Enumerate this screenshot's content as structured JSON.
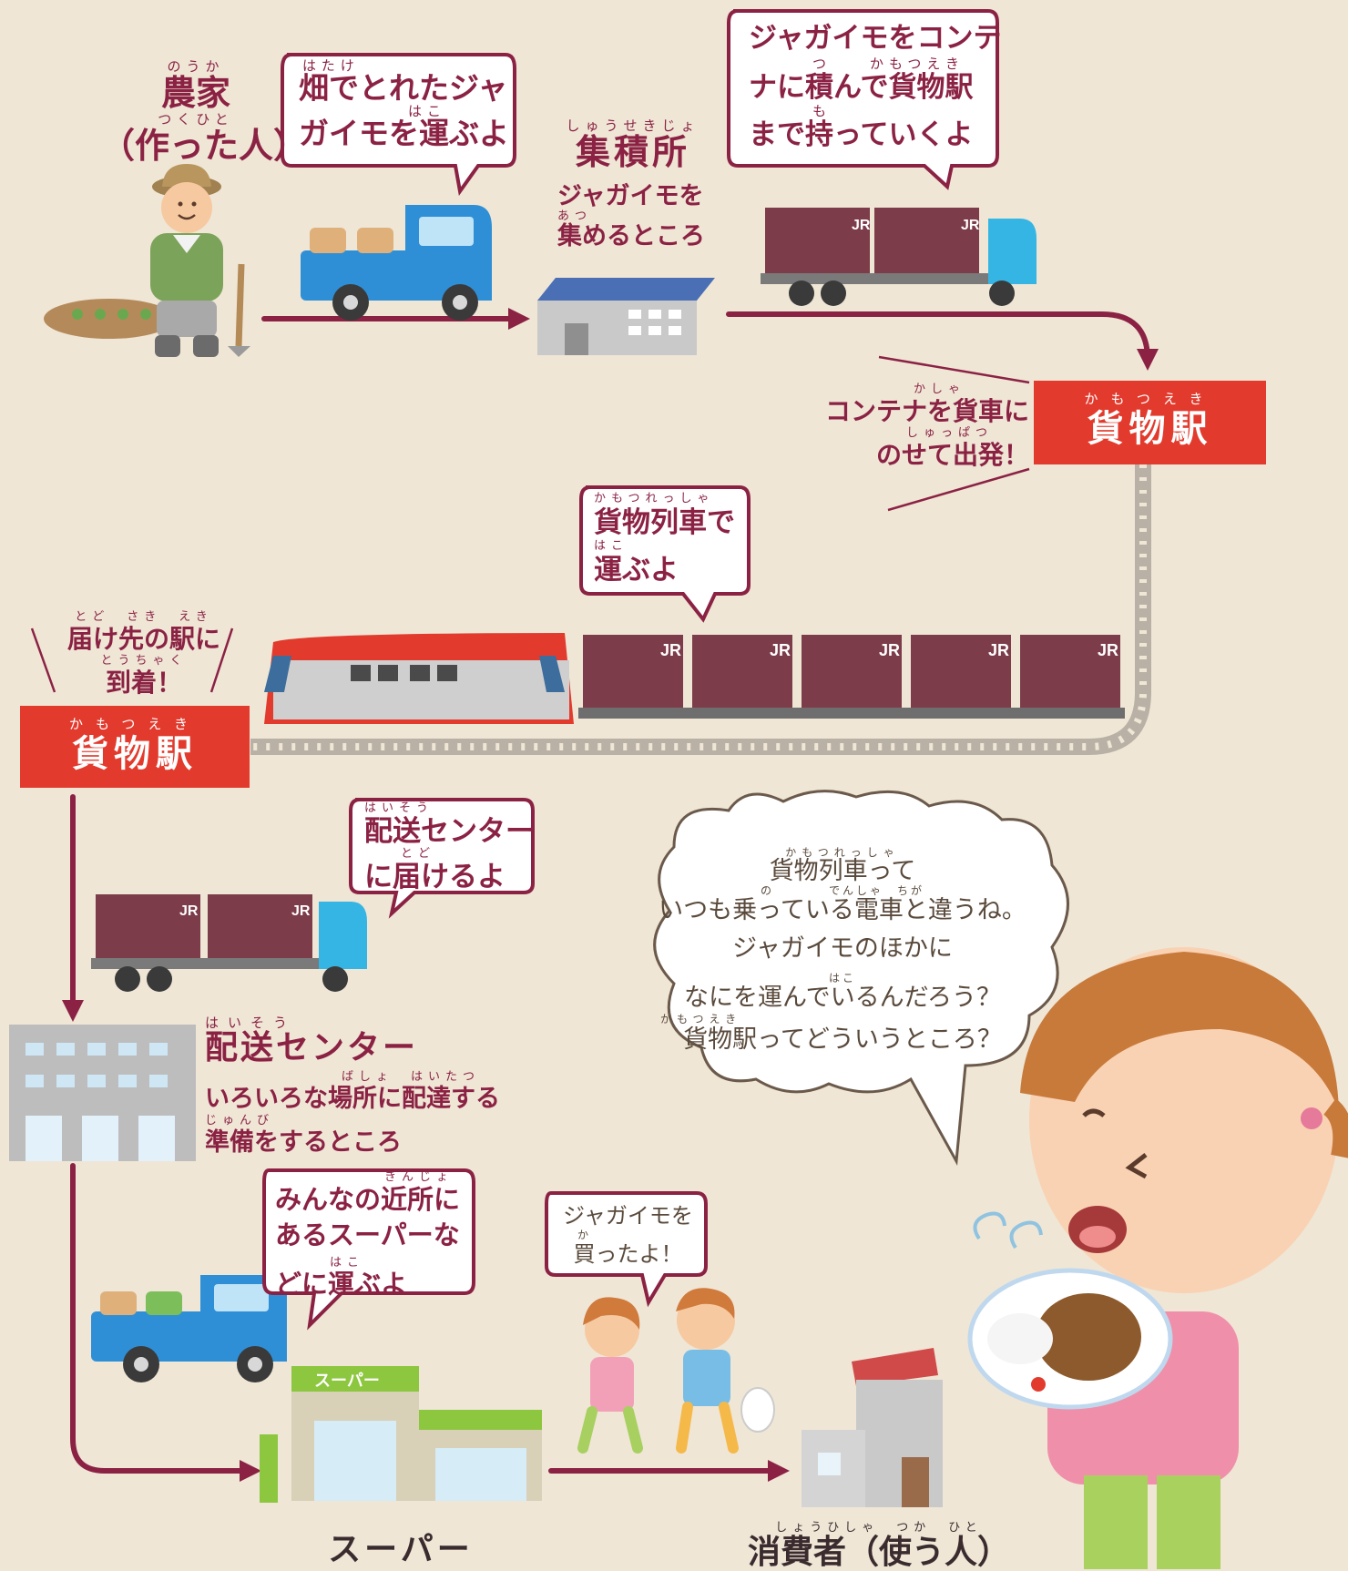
{
  "colors": {
    "background": "#efe6d6",
    "accent": "#8b2244",
    "station_red": "#e23b2e",
    "truck_blue": "#2f8fd6",
    "container": "#7d3c4a",
    "track": "#b9b1a5"
  },
  "farmer": {
    "ruby": "のうか",
    "title": "農家",
    "sub_ruby": "つくひと",
    "sub": "（作った人）"
  },
  "bubble_truck1": {
    "ruby1": "はたけ",
    "line1": "畑でとれたジャ",
    "ruby2": "はこ",
    "line2": "ガイモを運ぶよ"
  },
  "collection": {
    "ruby": "しゅうせきじょ",
    "title": "集積所",
    "desc1": "ジャガイモを",
    "desc_ruby": "あつ",
    "desc2": "集めるところ"
  },
  "bubble_container": {
    "line1": "ジャガイモをコンテ",
    "ruby2": "つ　　かもつえき",
    "line2": "ナに積んで貨物駅",
    "ruby3": "も",
    "line3": "まで持っていくよ"
  },
  "station1": {
    "ruby": "かもつえき",
    "name": "貨物駅"
  },
  "station1_note": {
    "ruby1": "かしゃ",
    "line1": "コンテナを貨車に",
    "ruby2": "しゅっぱつ",
    "line2": "のせて出発！"
  },
  "bubble_train": {
    "ruby1": "かもつれっしゃ",
    "line1": "貨物列車で",
    "ruby2": "はこ",
    "line2": "運ぶよ"
  },
  "station2_note": {
    "ruby1": "とど　さき　えき",
    "line1": "届け先の駅に",
    "ruby2": "とうちゃく",
    "line2": "到着！"
  },
  "station2": {
    "ruby": "かもつえき",
    "name": "貨物駅"
  },
  "bubble_delivery": {
    "ruby1": "はいそう",
    "line1": "配送センター",
    "ruby2": "とど",
    "line2": "に届けるよ"
  },
  "distribution": {
    "ruby": "はいそう",
    "title": "配送センター",
    "desc_ruby1": "ばしょ　はいたつ",
    "desc1": "いろいろな場所に配達する",
    "desc_ruby2": "じゅんび",
    "desc2": "準備をするところ"
  },
  "bubble_super": {
    "ruby1": "きんじょ",
    "line1": "みんなの近所に",
    "line2": "あるスーパーな",
    "ruby3": "はこ",
    "line3": "どに運ぶよ"
  },
  "bubble_kids": {
    "line1": "ジャガイモを",
    "ruby2": "か",
    "line2": "買ったよ！"
  },
  "supermarket": {
    "sign": "スーパー",
    "label": "スーパー"
  },
  "consumer": {
    "ruby": "しょうひしゃ　つか　ひと",
    "title": "消費者（使う人）"
  },
  "thought": {
    "ruby1": "かもつれっしゃ",
    "line1": "貨物列車って",
    "ruby2": "の　　　　でんしゃ　ちが",
    "line2": "いつも乗っている電車と違うね。",
    "line3": "ジャガイモのほかに",
    "ruby4": "はこ",
    "line4": "なにを運んでいるんだろう？",
    "ruby5": "かもつえき",
    "line5": "貨物駅ってどういうところ？"
  },
  "icons": [
    "farmer",
    "field",
    "pickup-truck",
    "warehouse",
    "container-truck",
    "freight-train",
    "distribution-building",
    "supermarket",
    "children",
    "house",
    "girl-with-curry"
  ]
}
